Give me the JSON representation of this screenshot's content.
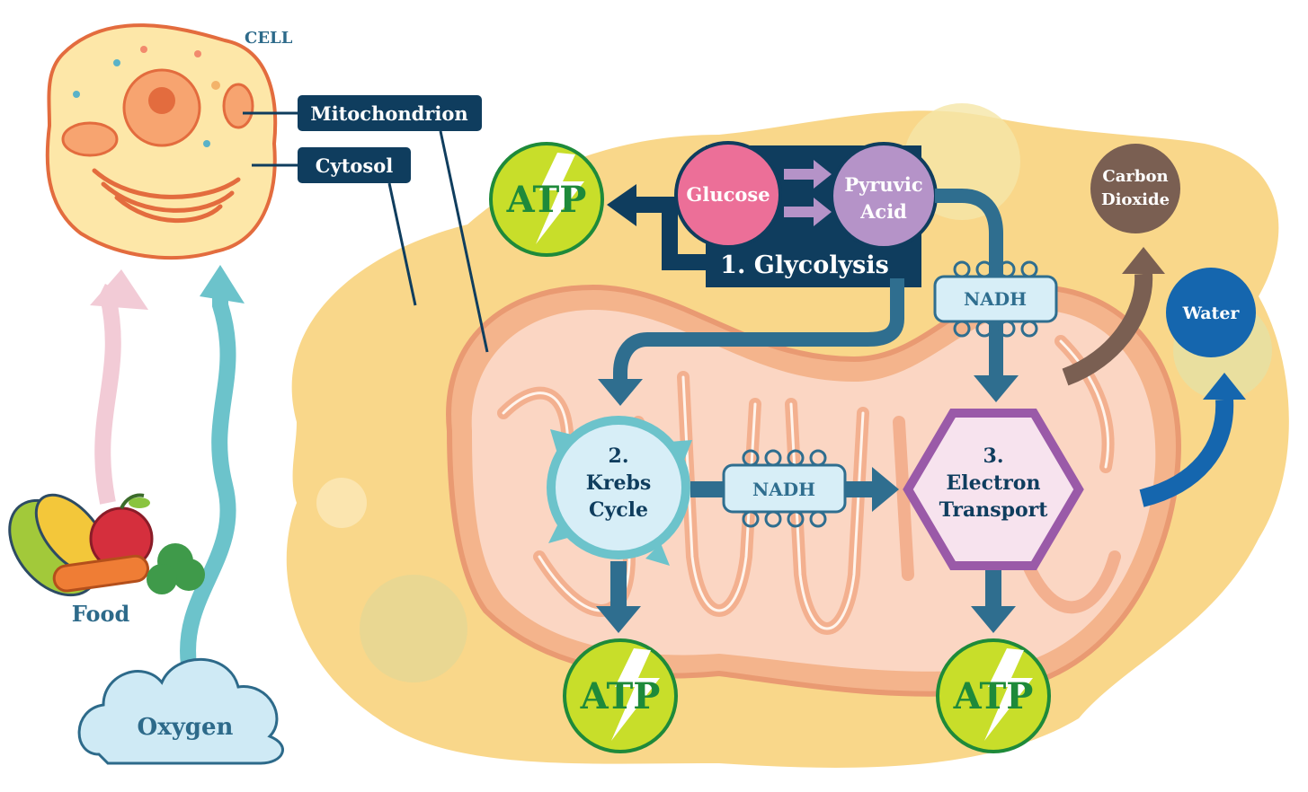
{
  "labels": {
    "cell": "CELL",
    "mitochondrion": "Mitochondrion",
    "cytosol": "Cytosol",
    "food": "Food",
    "oxygen": "Oxygen",
    "glucose": "Glucose",
    "pyruvic_1": "Pyruvic",
    "pyruvic_2": "Acid",
    "glycolysis": "1. Glycolysis",
    "krebs_1": "2.",
    "krebs_2": "Krebs",
    "krebs_3": "Cycle",
    "et_1": "3.",
    "et_2": "Electron",
    "et_3": "Transport",
    "nadh_top": "NADH",
    "nadh_mid": "NADH",
    "co2_1": "Carbon",
    "co2_2": "Dioxide",
    "water": "Water",
    "atp_top": "ATP",
    "atp_krebs": "ATP",
    "atp_et": "ATP"
  },
  "colors": {
    "cytosol": "#f9d78a",
    "mito_outer": "#f4b48c",
    "mito_inner": "#fbd6c3",
    "arrow": "#2f6e8f",
    "navy": "#0f3d5e",
    "glucose": "#ec6f98",
    "pyruvic": "#b593c8",
    "atp": "#c8de2a",
    "atp_text": "#1e8a3a",
    "nadh": "#d7eef7",
    "co2": "#7a5f52",
    "water": "#1566ae",
    "oxygen_arrow": "#6cc3cb",
    "food_arrow": "#f2cbd6"
  }
}
